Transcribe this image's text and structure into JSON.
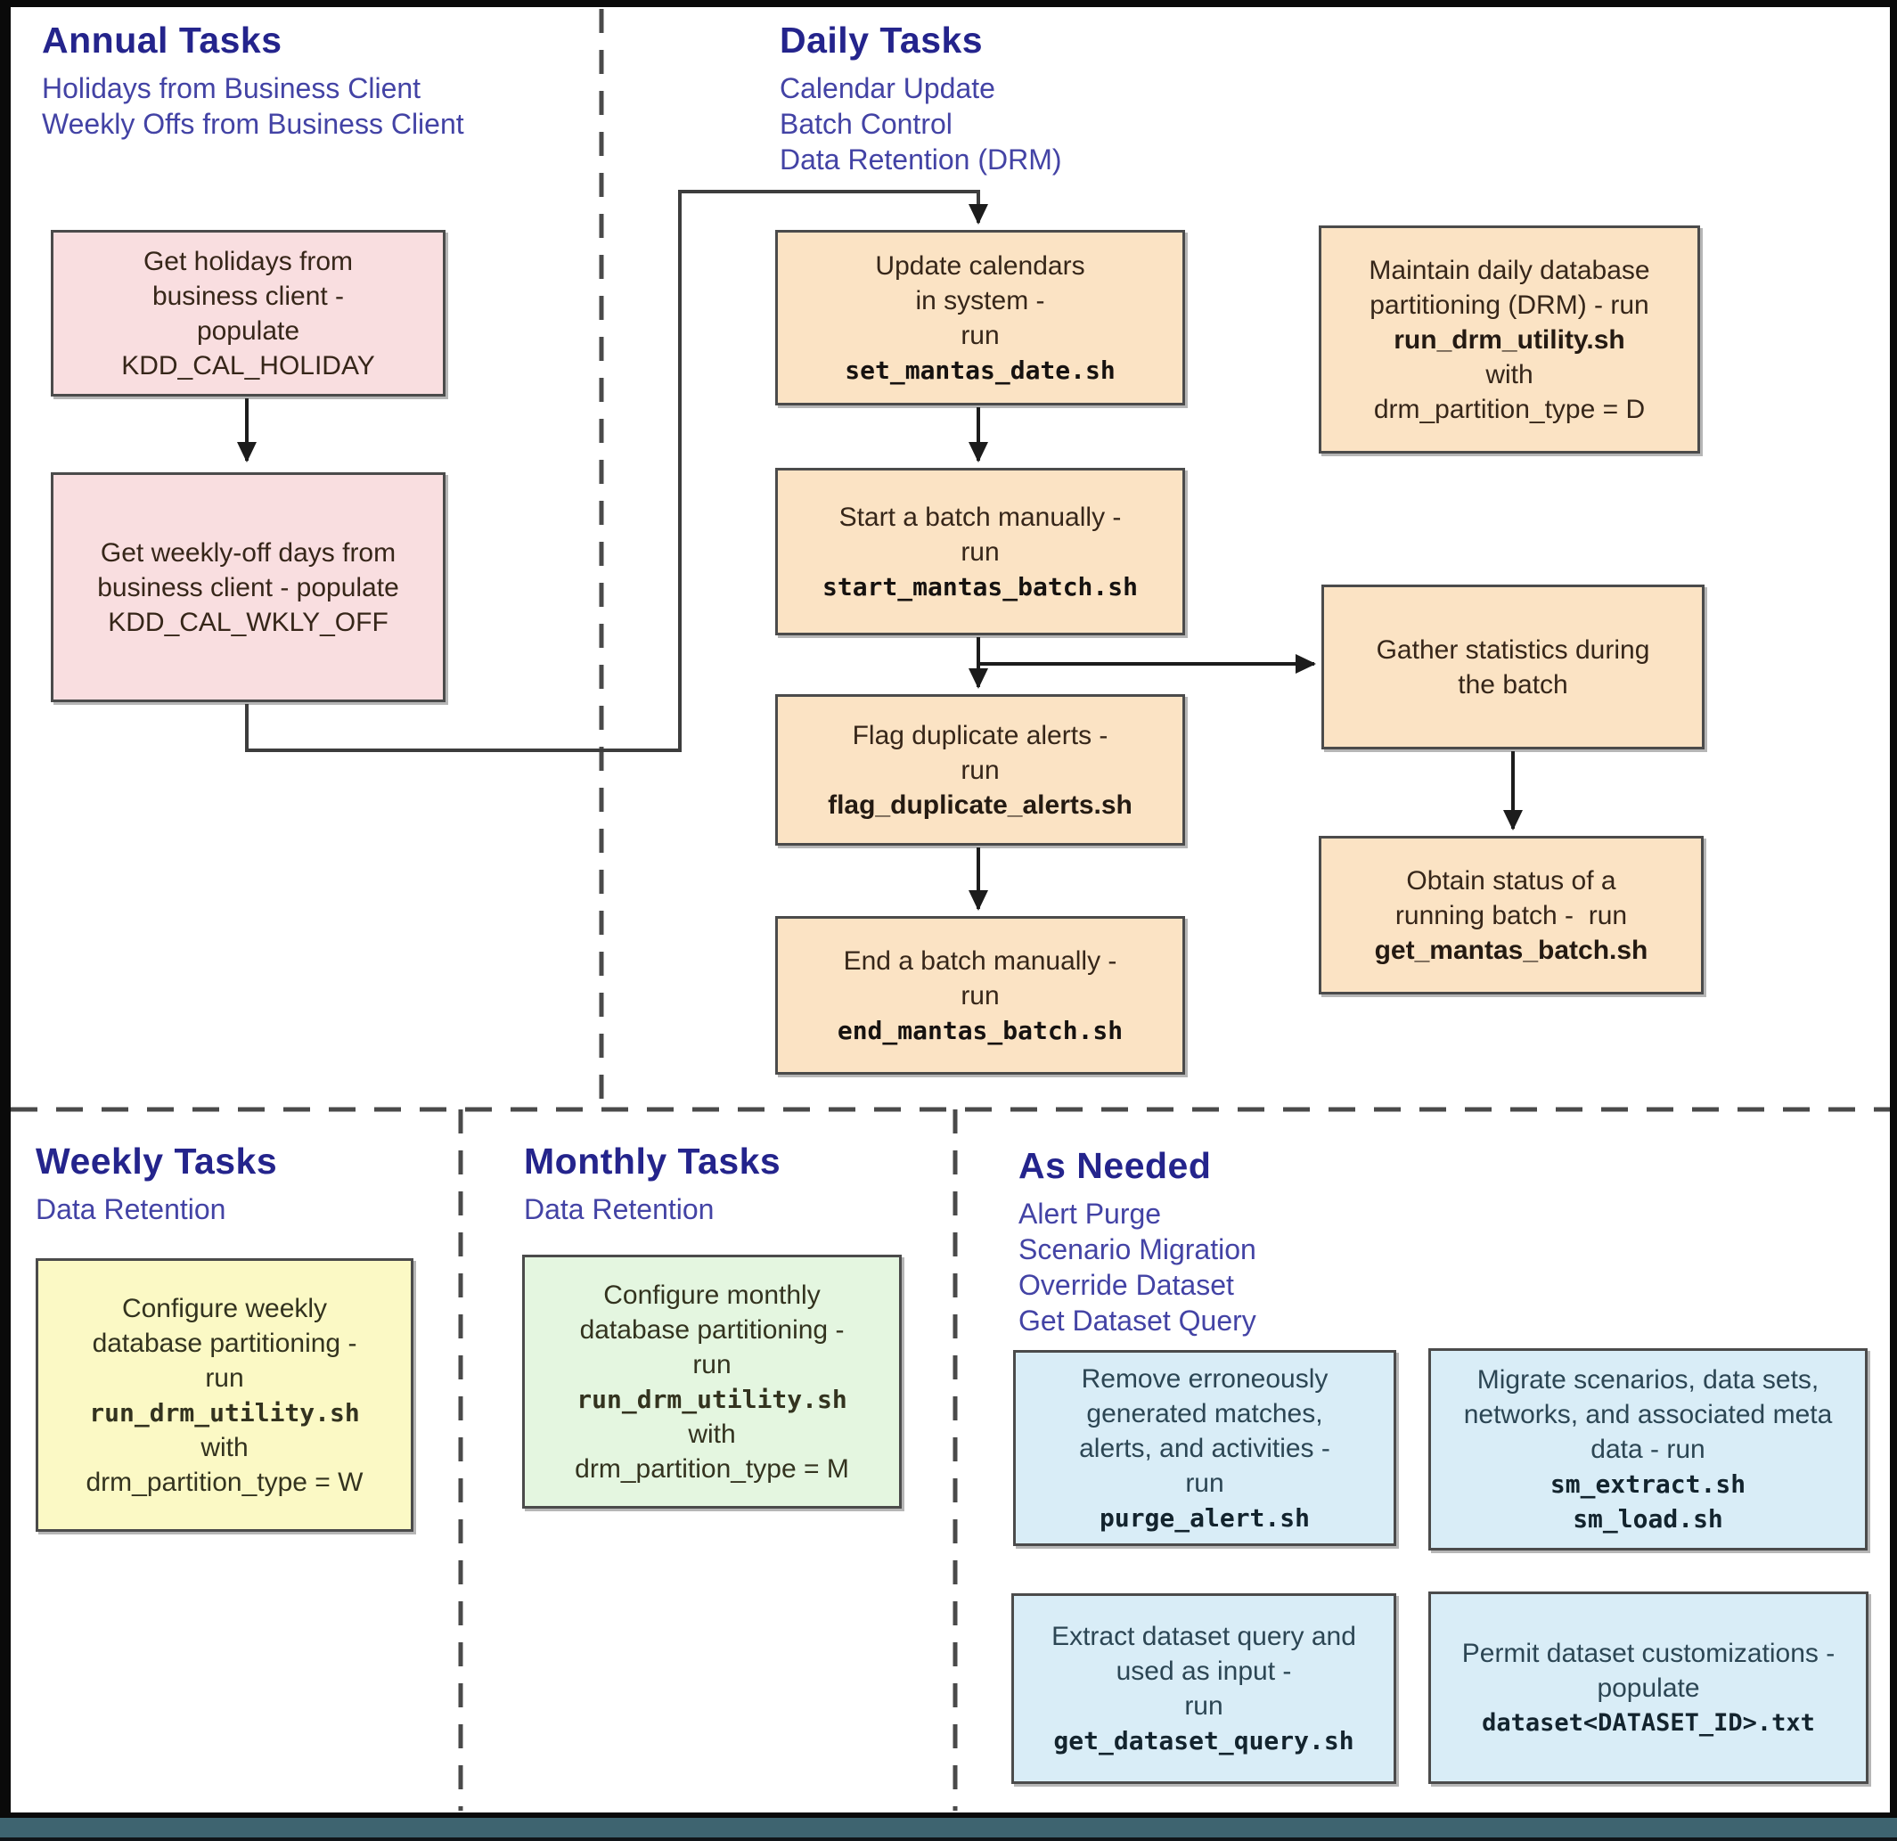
{
  "sections": {
    "annual": {
      "title": "Annual Tasks",
      "subtitle_lines": [
        "Holidays from Business Client",
        "Weekly Offs from Business Client"
      ]
    },
    "daily": {
      "title": "Daily Tasks",
      "subtitle_lines": [
        "Calendar Update",
        "Batch Control",
        "Data Retention (DRM)"
      ]
    },
    "weekly": {
      "title": "Weekly Tasks",
      "subtitle_lines": [
        "Data Retention"
      ]
    },
    "monthly": {
      "title": "Monthly Tasks",
      "subtitle_lines": [
        "Data Retention"
      ]
    },
    "as_needed": {
      "title": "As Needed",
      "subtitle_lines": [
        "Alert Purge",
        "Scenario Migration",
        "Override Dataset",
        "Get Dataset Query"
      ]
    }
  },
  "boxes": {
    "get_holidays": {
      "lines": [
        "Get holidays from",
        "business client -",
        "populate",
        "KDD_CAL_HOLIDAY"
      ]
    },
    "get_weekly_off": {
      "lines": [
        "Get weekly-off days from",
        "business client - populate",
        "KDD_CAL_WKLY_OFF"
      ]
    },
    "update_calendars": {
      "lines": [
        "Update calendars",
        "in system -",
        "run",
        "set_mantas_date.sh"
      ]
    },
    "start_batch": {
      "lines": [
        "Start a batch manually -",
        "run",
        "start_mantas_batch.sh"
      ]
    },
    "flag_duplicate": {
      "lines": [
        "Flag duplicate alerts -",
        "run",
        "flag_duplicate_alerts.sh"
      ]
    },
    "end_batch": {
      "lines": [
        "End a batch manually -",
        "run",
        "end_mantas_batch.sh"
      ]
    },
    "maintain_daily": {
      "lines": [
        "Maintain daily database",
        "partitioning (DRM) - run",
        "run_drm_utility.sh",
        "with",
        "drm_partition_type = D"
      ]
    },
    "gather_stats": {
      "lines": [
        "Gather statistics during",
        "the batch"
      ]
    },
    "obtain_status": {
      "lines": [
        "Obtain status of a",
        "running batch -  run",
        "get_mantas_batch.sh"
      ]
    },
    "configure_weekly": {
      "lines": [
        "Configure weekly",
        "database partitioning -",
        "run",
        "run_drm_utility.sh",
        "with",
        "drm_partition_type = W"
      ]
    },
    "configure_monthly": {
      "lines": [
        "Configure monthly",
        "database partitioning -",
        "run",
        "run_drm_utility.sh",
        "with",
        "drm_partition_type = M"
      ]
    },
    "purge": {
      "lines": [
        "Remove erroneously",
        "generated matches,",
        "alerts, and activities -",
        "run",
        "purge_alert.sh"
      ]
    },
    "migrate": {
      "lines": [
        "Migrate scenarios, data sets,",
        "networks, and associated meta",
        "data - run",
        "sm_extract.sh",
        "sm_load.sh"
      ]
    },
    "extract_query": {
      "lines": [
        "Extract dataset query and",
        "used as input -",
        "run",
        "get_dataset_query.sh"
      ]
    },
    "permit_custom": {
      "lines": [
        "Permit dataset customizations -",
        "populate",
        "dataset<DATASET_ID>.txt"
      ]
    }
  },
  "colors": {
    "header_navy": "#24248c",
    "subtitle_blue": "#4343a5",
    "pink_box": "#f9dee0",
    "orange_box": "#fbe3c4",
    "yellow_box": "#fbf9c5",
    "green_box": "#e4f6e0",
    "blue_box": "#d9edf7",
    "box_border": "#4b4b4b",
    "arrow": "#2a2a2a",
    "divider_dash": "#4a4a4a",
    "frame_teal": "#3e6470"
  }
}
